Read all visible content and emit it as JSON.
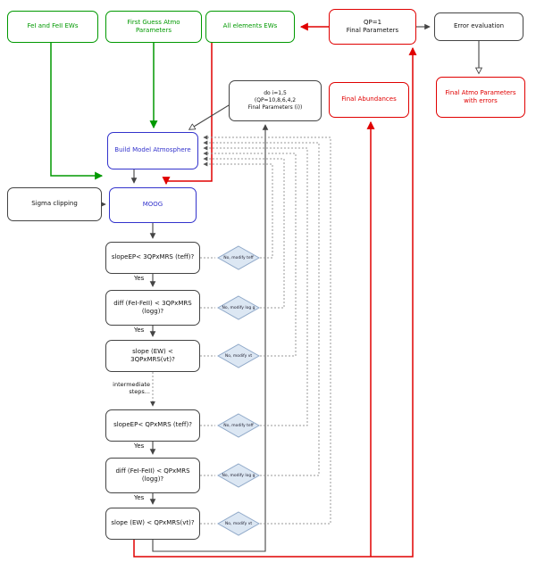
{
  "nodes": {
    "fe_ews": {
      "label": "FeI and FeII EWs"
    },
    "first_guess": {
      "label": "First Guess Atmo Parameters"
    },
    "all_ews": {
      "label": "All elements EWs"
    },
    "qp1": {
      "label": "QP=1\nFinal Parameters"
    },
    "error_eval": {
      "label": "Error evaluation"
    },
    "do_loop": {
      "label": "do i=1,5\n(QP=10,8,6,4,2\nFinal Parameters (i))"
    },
    "final_abund": {
      "label": "Final Abundances"
    },
    "final_atmo": {
      "label": "Final Atmo Parameters\nwith errors"
    },
    "bma": {
      "label": "Build Model Atmosphere"
    },
    "sigma": {
      "label": "Sigma clipping"
    },
    "moog": {
      "label": "MOOG"
    },
    "c1": {
      "label": "slopeEP< 3QPxMRS (teff)?"
    },
    "c2": {
      "label": "diff (FeI-FeII) < 3QPxMRS (logg)?"
    },
    "c3": {
      "label": "slope (EW) < 3QPxMRS(vt)?"
    },
    "c4": {
      "label": "slopeEP< QPxMRS (teff)?"
    },
    "c5": {
      "label": "diff (FeI-FeII) < QPxMRS (logg)?"
    },
    "c6": {
      "label": "slope (EW) < QPxMRS(vt)?"
    }
  },
  "decisions": {
    "d1": {
      "label": "No, modify teff"
    },
    "d2": {
      "label": "No, modify log g"
    },
    "d3": {
      "label": "No, modify vt"
    },
    "d4": {
      "label": "No, modify teff"
    },
    "d5": {
      "label": "No, modify log g"
    },
    "d6": {
      "label": "No, modify vt"
    }
  },
  "labels": {
    "yes": "Yes",
    "intermediate": "intermediate steps..."
  },
  "colors": {
    "input": "#009900",
    "final": "#e00000",
    "process": "#3333cc",
    "neutral": "#444444",
    "decision_fill": "#dce7f3",
    "decision_border": "#8fa8c8"
  }
}
